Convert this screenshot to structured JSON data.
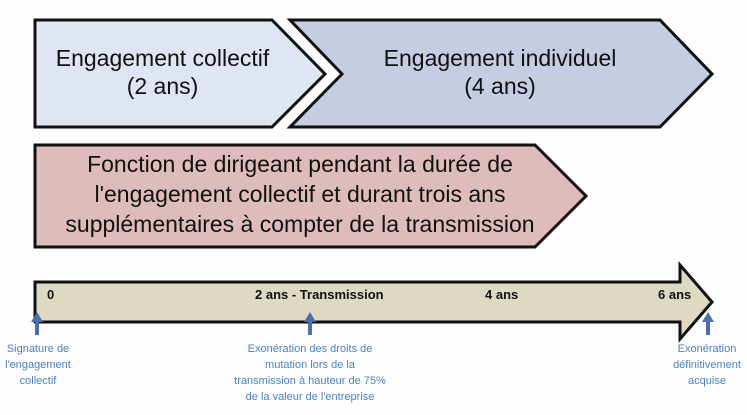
{
  "stages": [
    {
      "title": "Engagement collectif",
      "duration": "(2 ans)",
      "color": "#dfe5f2"
    },
    {
      "title": "Engagement individuel",
      "duration": "(4 ans)",
      "color": "#c6cce1"
    }
  ],
  "director_condition": {
    "lines": [
      "Fonction de dirigeant pendant la durée de",
      "l'engagement collectif et durant trois ans",
      "supplémentaires à compter de la transmission"
    ],
    "color": "#dfbcbc"
  },
  "timeline": {
    "color": "#ddd9c3",
    "ticks": [
      "0",
      "2 ans - Transmission",
      "4 ans",
      "6 ans"
    ],
    "notes": [
      {
        "lines": [
          "Signature de",
          "l'engagement",
          "collectif"
        ]
      },
      {
        "lines": [
          "Exonération des droits de",
          "mutation lors de la",
          "transmission à hauteur de 75%",
          "de la valeur de l'entreprise"
        ]
      },
      {
        "lines": [
          "Exonération",
          "définitivement",
          "acquise"
        ]
      }
    ],
    "arrow_color": "#4f6fa8"
  }
}
